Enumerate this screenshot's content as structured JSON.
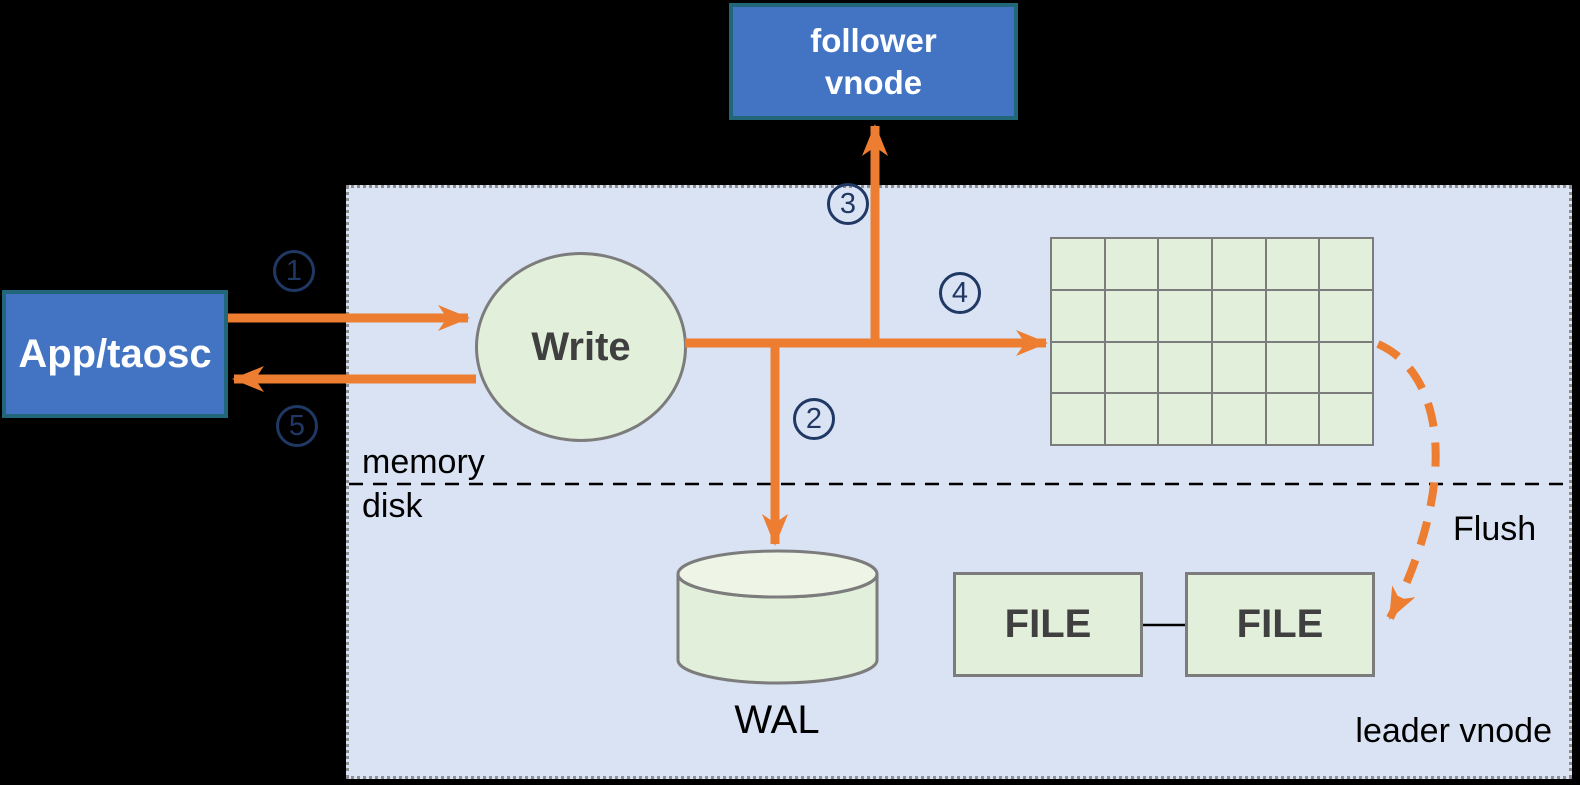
{
  "title": "TDengine leader vnode write flow diagram",
  "colors": {
    "background": "#000000",
    "region_fill": "#DAE3F3",
    "region_border": "#8F8F8F",
    "node_blue_fill": "#4374C4",
    "node_blue_border": "#226779",
    "green_fill": "#E2EFDA",
    "green_border": "#7C7C7C",
    "arrow_orange": "#ED7D31",
    "step_navy": "#1F3864",
    "dark_text": "#3F3F3F"
  },
  "nodes": {
    "follower_vnode": {
      "line1": "follower",
      "line2": "vnode"
    },
    "app": {
      "label": "App/taosc"
    },
    "write": {
      "label": "Write"
    },
    "wal": {
      "label": "WAL"
    },
    "file_left": {
      "label": "FILE"
    },
    "file_right": {
      "label": "FILE"
    }
  },
  "labels": {
    "memory": "memory",
    "disk": "disk",
    "flush": "Flush",
    "leader_vnode": "leader vnode"
  },
  "steps": {
    "s1": "1",
    "s2": "2",
    "s3": "3",
    "s4": "4",
    "s5": "5"
  },
  "grid": {
    "rows": 4,
    "cols": 6
  }
}
